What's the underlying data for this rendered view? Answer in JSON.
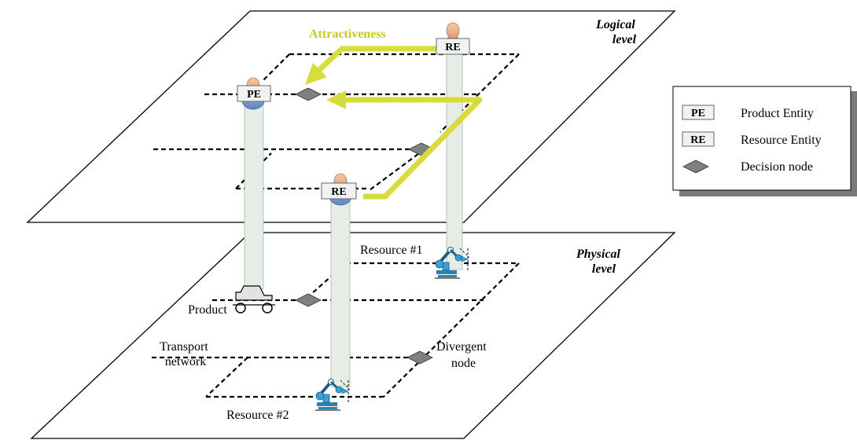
{
  "levels": {
    "logical": [
      "Logical",
      "level"
    ],
    "physical": [
      "Physical",
      "level"
    ]
  },
  "arrow_label": "Attractiveness",
  "entity_tags": {
    "pe": "PE",
    "re_top": "RE",
    "re_mid": "RE"
  },
  "labels": {
    "resource1": "Resource #1",
    "resource2": "Resource #2",
    "product": "Product",
    "transport": [
      "Transport",
      "network"
    ],
    "divergent": [
      "Divergent",
      "node"
    ]
  },
  "legend": {
    "items": [
      {
        "key": "PE",
        "text": "Product Entity"
      },
      {
        "key": "RE",
        "text": "Resource Entity"
      },
      {
        "key": "",
        "text": "Decision node"
      }
    ]
  },
  "colors": {
    "attractiveness_arrow": "#d8dc3a",
    "attractiveness_text": "#c7cc1c",
    "column_fill": "#e6ece6",
    "decision_node": "#808080",
    "robot_blue": "#3aa0d8"
  }
}
